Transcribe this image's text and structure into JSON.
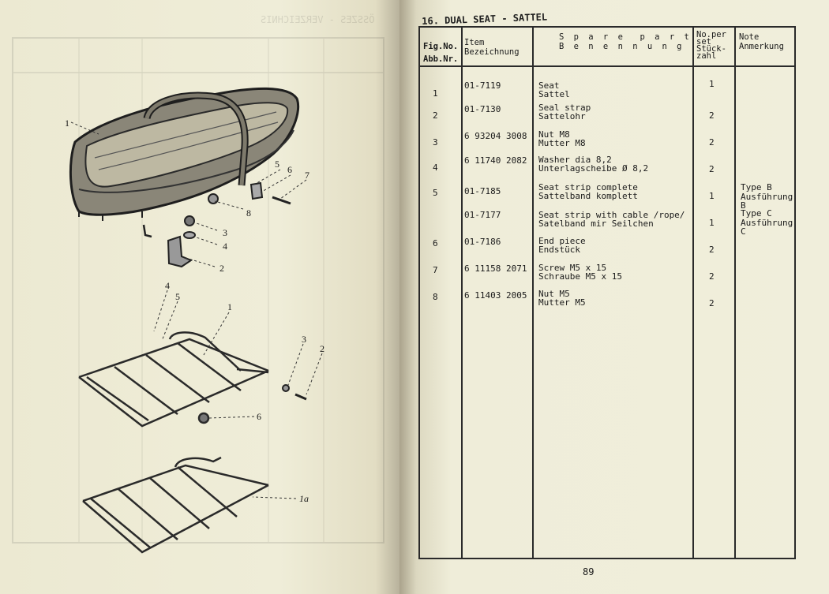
{
  "document": {
    "title": "16. DUAL SEAT - SATTEL",
    "page_number": "89",
    "columns": {
      "fig_no": [
        "Fig.No.",
        "Abb.Nr."
      ],
      "item": [
        "Item",
        "Bezeichnung"
      ],
      "spare_part": [
        "S p a r e  p a r t",
        "B e n e n n u n g"
      ],
      "quantity": [
        "No.per",
        "set",
        "Stück-",
        "zahl"
      ],
      "note": [
        "Note",
        "Anmerkung"
      ]
    },
    "rows": [
      {
        "fig": "1",
        "item": "01-7119",
        "en": "Seat",
        "de": "Sattel",
        "qty": "1",
        "note": ""
      },
      {
        "fig": "2",
        "item": "01-7130",
        "en": "Seal strap",
        "de": "Sattelohr",
        "qty": "2",
        "note": ""
      },
      {
        "fig": "3",
        "item": "6 93204 3008",
        "en": "Nut M8",
        "de": "Mutter M8",
        "qty": "2",
        "note": ""
      },
      {
        "fig": "4",
        "item": "6 11740 2082",
        "en": "Washer dia 8,2",
        "de": "Unterlagscheibe Ø 8,2",
        "qty": "2",
        "note": ""
      },
      {
        "fig": "5",
        "item": "01-7185",
        "en": "Seat strip complete",
        "de": "Sattelband komplett",
        "qty": "1",
        "note": "Type B|Ausführung B"
      },
      {
        "fig": "",
        "item": "01-7177",
        "en": "Seat strip with cable /rope/",
        "de": "Satelband mir Seilchen",
        "qty": "1",
        "note": "Type C|Ausführung C"
      },
      {
        "fig": "6",
        "item": "01-7186",
        "en": "End piece",
        "de": "Endstück",
        "qty": "2",
        "note": ""
      },
      {
        "fig": "7",
        "item": "6 11158 2071",
        "en": "Screw M5 x 15",
        "de": "Schraube M5 x 15",
        "qty": "2",
        "note": ""
      },
      {
        "fig": "8",
        "item": "6 11403 2005",
        "en": "Nut M5",
        "de": "Mutter M5",
        "qty": "2",
        "note": ""
      }
    ]
  },
  "diagram": {
    "callouts": [
      "1",
      "2",
      "3",
      "4",
      "5",
      "6",
      "7",
      "8",
      "4",
      "5",
      "1",
      "3",
      "2",
      "6",
      "1a"
    ]
  }
}
